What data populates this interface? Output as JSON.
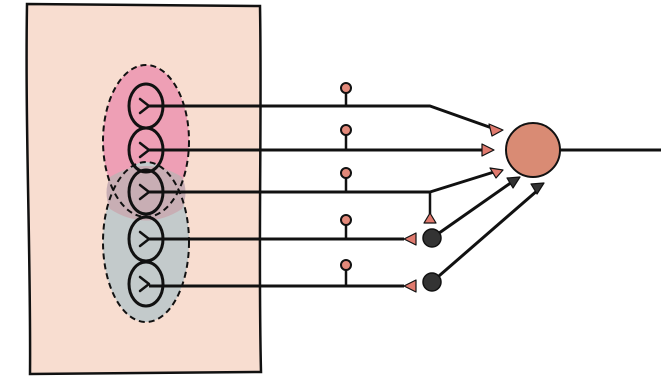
{
  "colors": {
    "background": "#ffffff",
    "skin": "#f8ddd0",
    "field_upper": "#ee9fb5",
    "field_lower": "#c3cacb",
    "field_overlap": "#c8aeb4",
    "stroke": "#111111",
    "target_neuron": "#d98b74",
    "excitatory_synapse": "#e07a6e",
    "inhibitory_neuron": "#333333",
    "interneuron_terminal": "#e3897a"
  },
  "components": {
    "skin_patch": "skin",
    "receptive_fields": [
      "upper-receptive-field",
      "lower-receptive-field"
    ],
    "receptor_count": 5,
    "sensory_axon_count": 5,
    "collateral_branch_count": 5,
    "inhibitory_interneuron_count": 2,
    "target_neuron_count": 1,
    "output_axon": true
  }
}
